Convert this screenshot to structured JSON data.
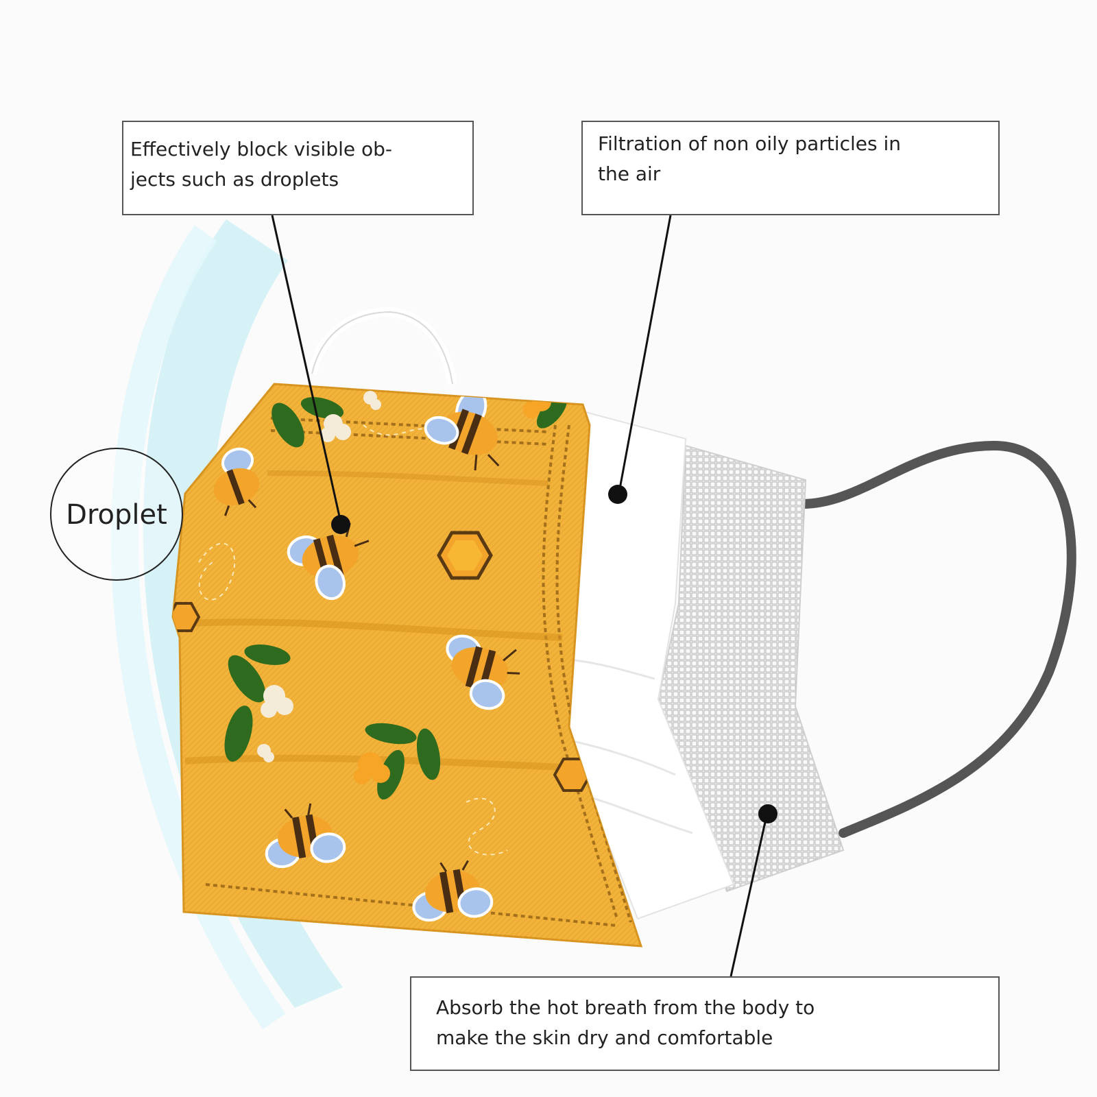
{
  "callouts": {
    "block_droplets": {
      "line1": "Effectively block visible ob-",
      "line2": "jects such as droplets"
    },
    "filtration": {
      "line1": "Filtration of non oily particles in",
      "line2": "the air"
    },
    "absorb": {
      "line1": "Absorb the hot breath from the body to",
      "line2": "make the skin dry and comfortable"
    }
  },
  "droplet_label": "Droplet",
  "layers": [
    "outer-printed-layer",
    "middle-filter-layer",
    "inner-absorbent-layer"
  ],
  "colors": {
    "outer_layer": "#f2b33a",
    "outer_layer_dark": "#d89420",
    "bee_wing": "#a9c4ec",
    "bee_stripe": "#4a2e14",
    "leaf": "#2f6b1f",
    "middle_layer": "#ffffff",
    "inner_mesh": "#cfcfcf",
    "ear_loop_outer": "#ffffff",
    "ear_loop_inner": "#555555",
    "droplet_splash": "#bfeaf3",
    "leader_line": "#111111"
  },
  "pattern_icons": [
    "bee-icon",
    "honeycomb-icon",
    "leaf-icon",
    "flower-icon"
  ]
}
